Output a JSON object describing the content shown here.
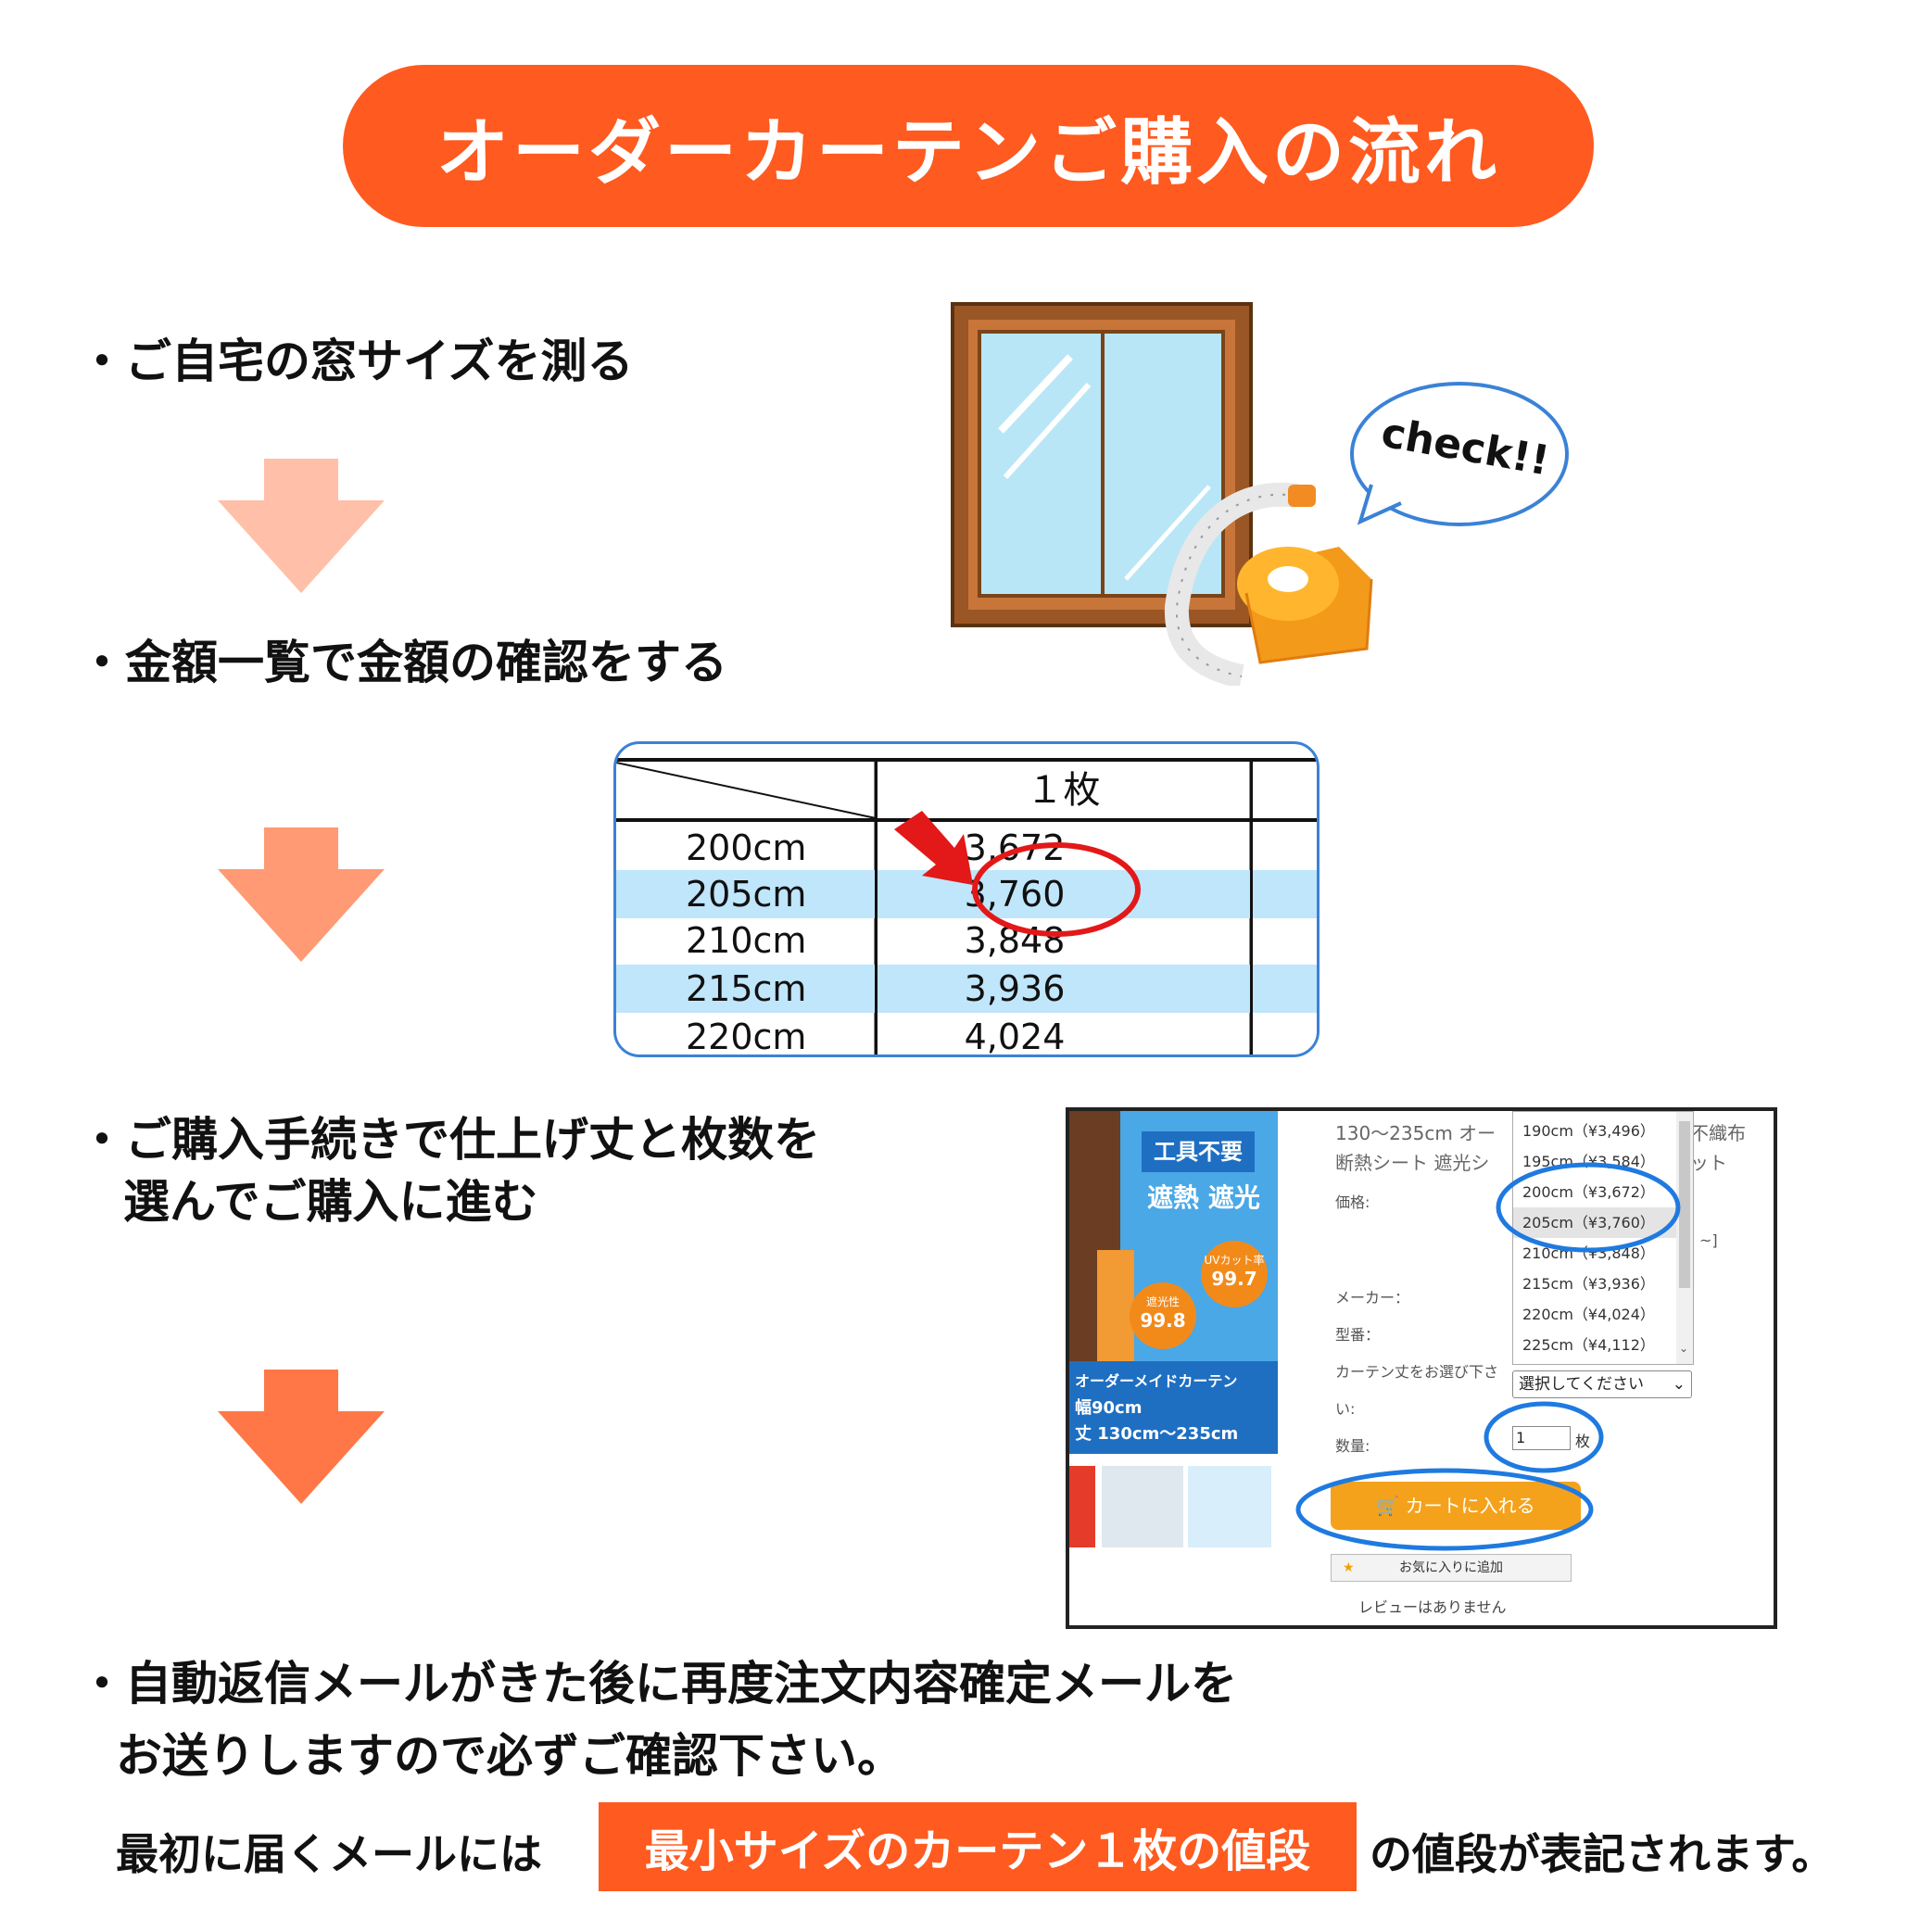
{
  "title": "オーダーカーテンご購入の流れ",
  "steps": [
    "・ご自宅の窓サイズを測る",
    "・金額一覧で金額の確認をする",
    "・ご購入手続きで仕上げ丈と枚数を",
    "選んでご購入に進む",
    "・自動返信メールがきた後に再度注文内容確定メールを",
    "お送りしますので必ずご確認下さい。"
  ],
  "bubble_text": "check!!",
  "price_table": {
    "header": "１枚",
    "rows": [
      {
        "size": "200cm",
        "price": "3,672"
      },
      {
        "size": "205cm",
        "price": "3,760"
      },
      {
        "size": "210cm",
        "price": "3,848"
      },
      {
        "size": "215cm",
        "price": "3,936"
      },
      {
        "size": "220cm",
        "price": "4,024"
      }
    ]
  },
  "shop": {
    "product_line1": "130～235cm オー",
    "product_line1_right": "不織布",
    "product_line2": "断熱シート 遮光シ",
    "product_line2_right": "ット",
    "price_label": "価格:",
    "maker_label": "メーカー：",
    "model_label": "型番：",
    "curtain_label_1": "カーテン丈をお選び下さ",
    "curtain_label_2": "い:",
    "quantity_label": "数量:",
    "quantity_value": "1",
    "quantity_unit": "枚",
    "select_placeholder": "選択してください",
    "options": [
      "190cm（¥3,496）",
      "195cm（¥3,584）",
      "200cm（¥3,672）",
      "205cm（¥3,760）",
      "210cm（¥3,848）",
      "215cm（¥3,936）",
      "220cm（¥4,024）",
      "225cm（¥4,112）"
    ],
    "cart_button": "カートに入れる",
    "favorite_button": "お気に入りに追加",
    "review_text": "レビューはありません",
    "banner": {
      "tag": "工具不要",
      "heading": "遮熱 遮光",
      "uv_label": "UVカット率",
      "uv_value": "99.7",
      "shade_label": "遮光性",
      "shade_value": "99.8",
      "blue_title": "オーダーメイドカーテン",
      "blue_line2": "幅90cm",
      "blue_line3": "丈 130cm～235cm"
    }
  },
  "bottom": {
    "prefix": "最初に届くメールには",
    "highlight": "最小サイズのカーテン１枚の値段",
    "suffix": "の値段が表記されます。"
  },
  "colors": {
    "accent": "#ff5a1f",
    "arrow_1": "#ffbfa8",
    "arrow_2": "#ff9a75",
    "arrow_3": "#ff7747",
    "circle_blue": "#1f7ae0",
    "circle_red": "#e31818",
    "table_blue": "#bfe6fb"
  }
}
